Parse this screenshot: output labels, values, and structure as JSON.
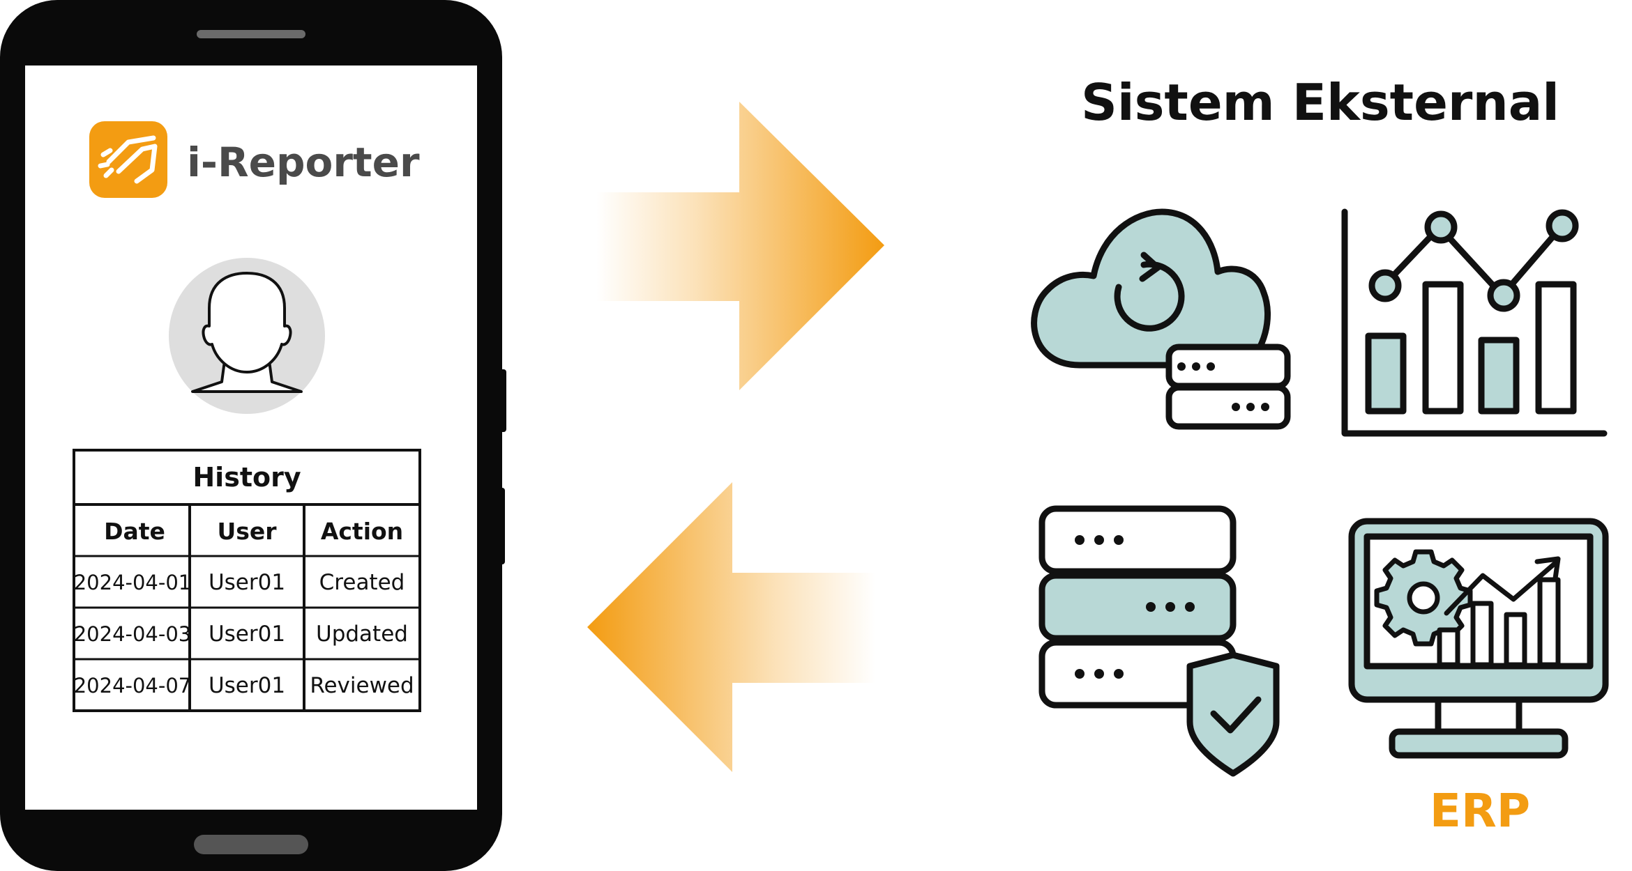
{
  "phone": {
    "app_name": "i-Reporter",
    "history": {
      "title": "History",
      "columns": [
        "Date",
        "User",
        "Action"
      ],
      "rows": [
        [
          "2024-04-01",
          "User01",
          "Created"
        ],
        [
          "2024-04-03",
          "User01",
          "Updated"
        ],
        [
          "2024-04-07",
          "User01",
          "Reviewed"
        ]
      ]
    }
  },
  "external": {
    "title": "Sistem Eksternal",
    "erp_label": "ERP",
    "icons": [
      "cloud-sync-server-icon",
      "analytics-chart-icon",
      "secure-server-icon",
      "erp-monitor-icon"
    ]
  },
  "colors": {
    "accent": "#F39C12",
    "icon_fill": "#B8D8D6",
    "outline": "#111111",
    "avatar_bg": "#DEDEDE"
  }
}
